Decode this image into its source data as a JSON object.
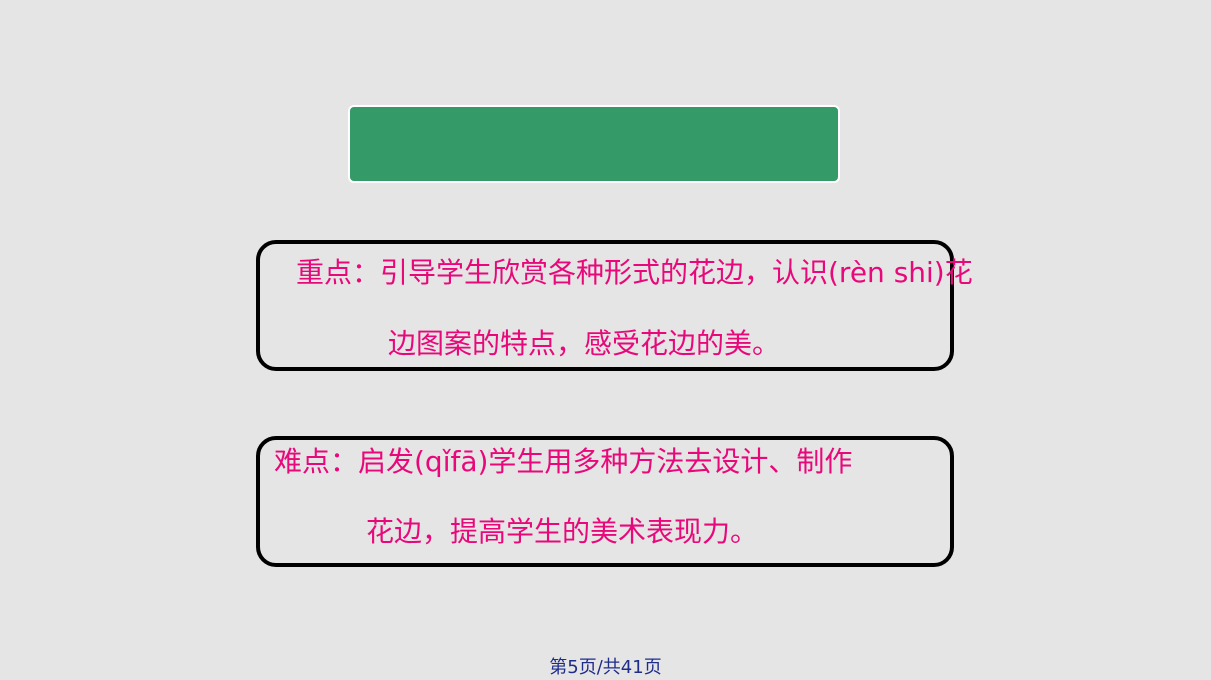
{
  "slide": {
    "key_point": {
      "line1": "重点：引导学生欣赏各种形式的花边，认识(rèn shi)花",
      "line2": "边图案的特点，感受花边的美。"
    },
    "difficult_point": {
      "line1": "难点：启发(qǐfā)学生用多种方法去设计、制作",
      "line2": "花边，提高学生的美术表现力。"
    },
    "footer": "第5页/共41页"
  },
  "colors": {
    "background": "#e6e5e5",
    "title_bar": "#339a68",
    "text": "#e8087a",
    "border": "#000000",
    "footer": "#1f2d8a"
  }
}
